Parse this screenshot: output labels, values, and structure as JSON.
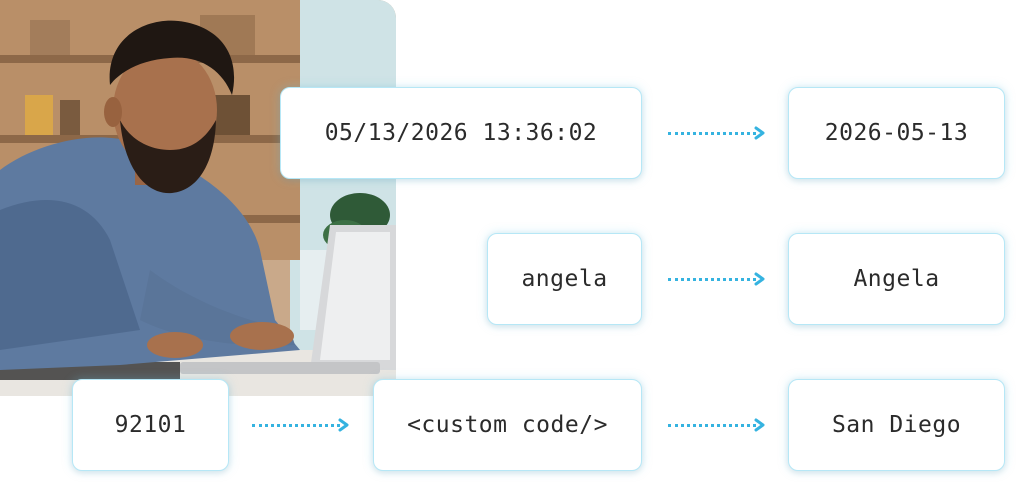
{
  "photo": {
    "icon": "person-at-laptop-photo"
  },
  "examples": {
    "datetime_input": "05/13/2026 13:36:02",
    "date_output": "2026-05-13",
    "name_input": "angela",
    "name_output": "Angela",
    "zip_input": "92101",
    "code_step": "<custom code/>",
    "city_output": "San Diego"
  },
  "colors": {
    "arrow": "#35b3e0",
    "card_border": "#b6e7f6",
    "text": "#2b2b2b"
  }
}
